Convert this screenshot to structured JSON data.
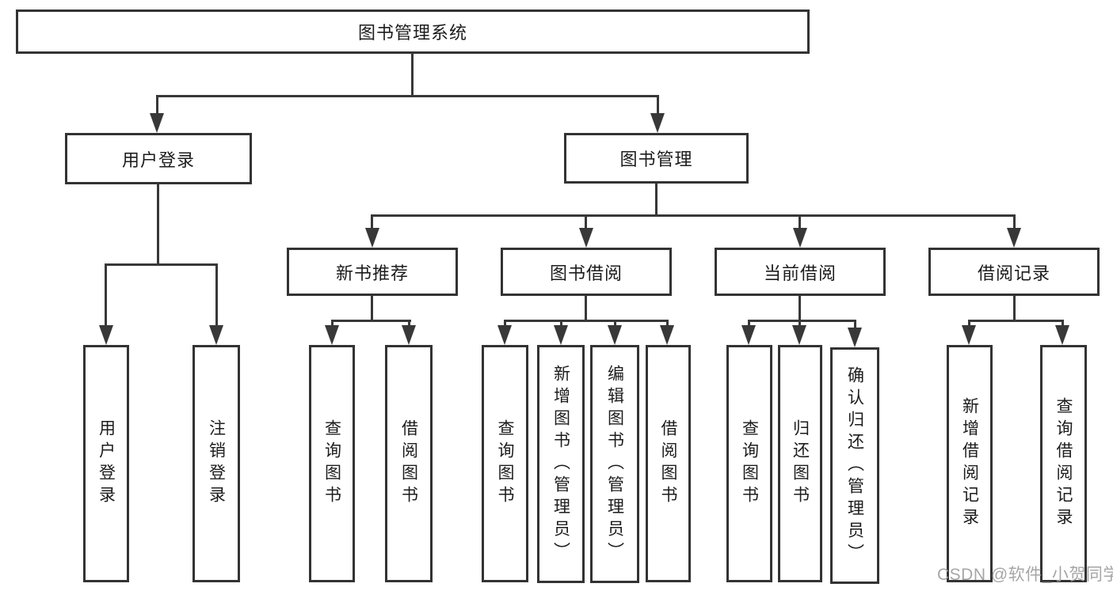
{
  "tree": {
    "root": {
      "label": "图书管理系统",
      "children": [
        {
          "label": "用户登录",
          "children": [
            {
              "label": "用户登录"
            },
            {
              "label": "注销登录"
            }
          ]
        },
        {
          "label": "图书管理",
          "children": [
            {
              "label": "新书推荐",
              "children": [
                {
                  "label": "查询图书"
                },
                {
                  "label": "借阅图书"
                }
              ]
            },
            {
              "label": "图书借阅",
              "children": [
                {
                  "label": "查询图书"
                },
                {
                  "label": "新增图书（管理员）"
                },
                {
                  "label": "编辑图书（管理员）"
                },
                {
                  "label": "借阅图书"
                }
              ]
            },
            {
              "label": "当前借阅",
              "children": [
                {
                  "label": "查询图书"
                },
                {
                  "label": "归还图书"
                },
                {
                  "label": "确认归还（管理员）"
                }
              ]
            },
            {
              "label": "借阅记录",
              "children": [
                {
                  "label": "新增借阅记录"
                },
                {
                  "label": "查询借阅记录"
                }
              ]
            }
          ]
        }
      ]
    }
  },
  "watermark": {
    "text": "CSDN @软件_小贺同学"
  },
  "colors": {
    "line": "#383838",
    "box_border": "#333333",
    "text": "#1c1c1c",
    "watermark": "#9e9e9e",
    "background": "#ffffff"
  }
}
